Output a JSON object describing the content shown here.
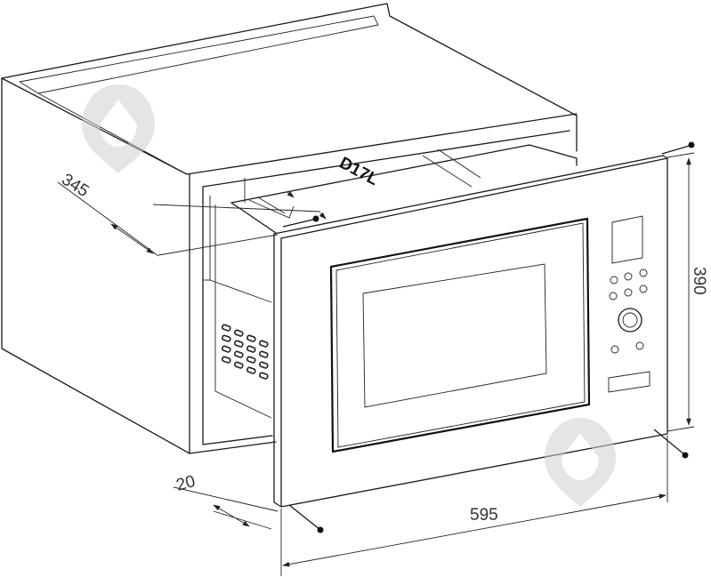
{
  "dimensions": {
    "depth_label": "345",
    "height_label": "390",
    "width_label": "595",
    "frame_label": "20"
  },
  "oven": {
    "brand_label": "D17L"
  },
  "watermark_icon": "drop-pin-icon"
}
